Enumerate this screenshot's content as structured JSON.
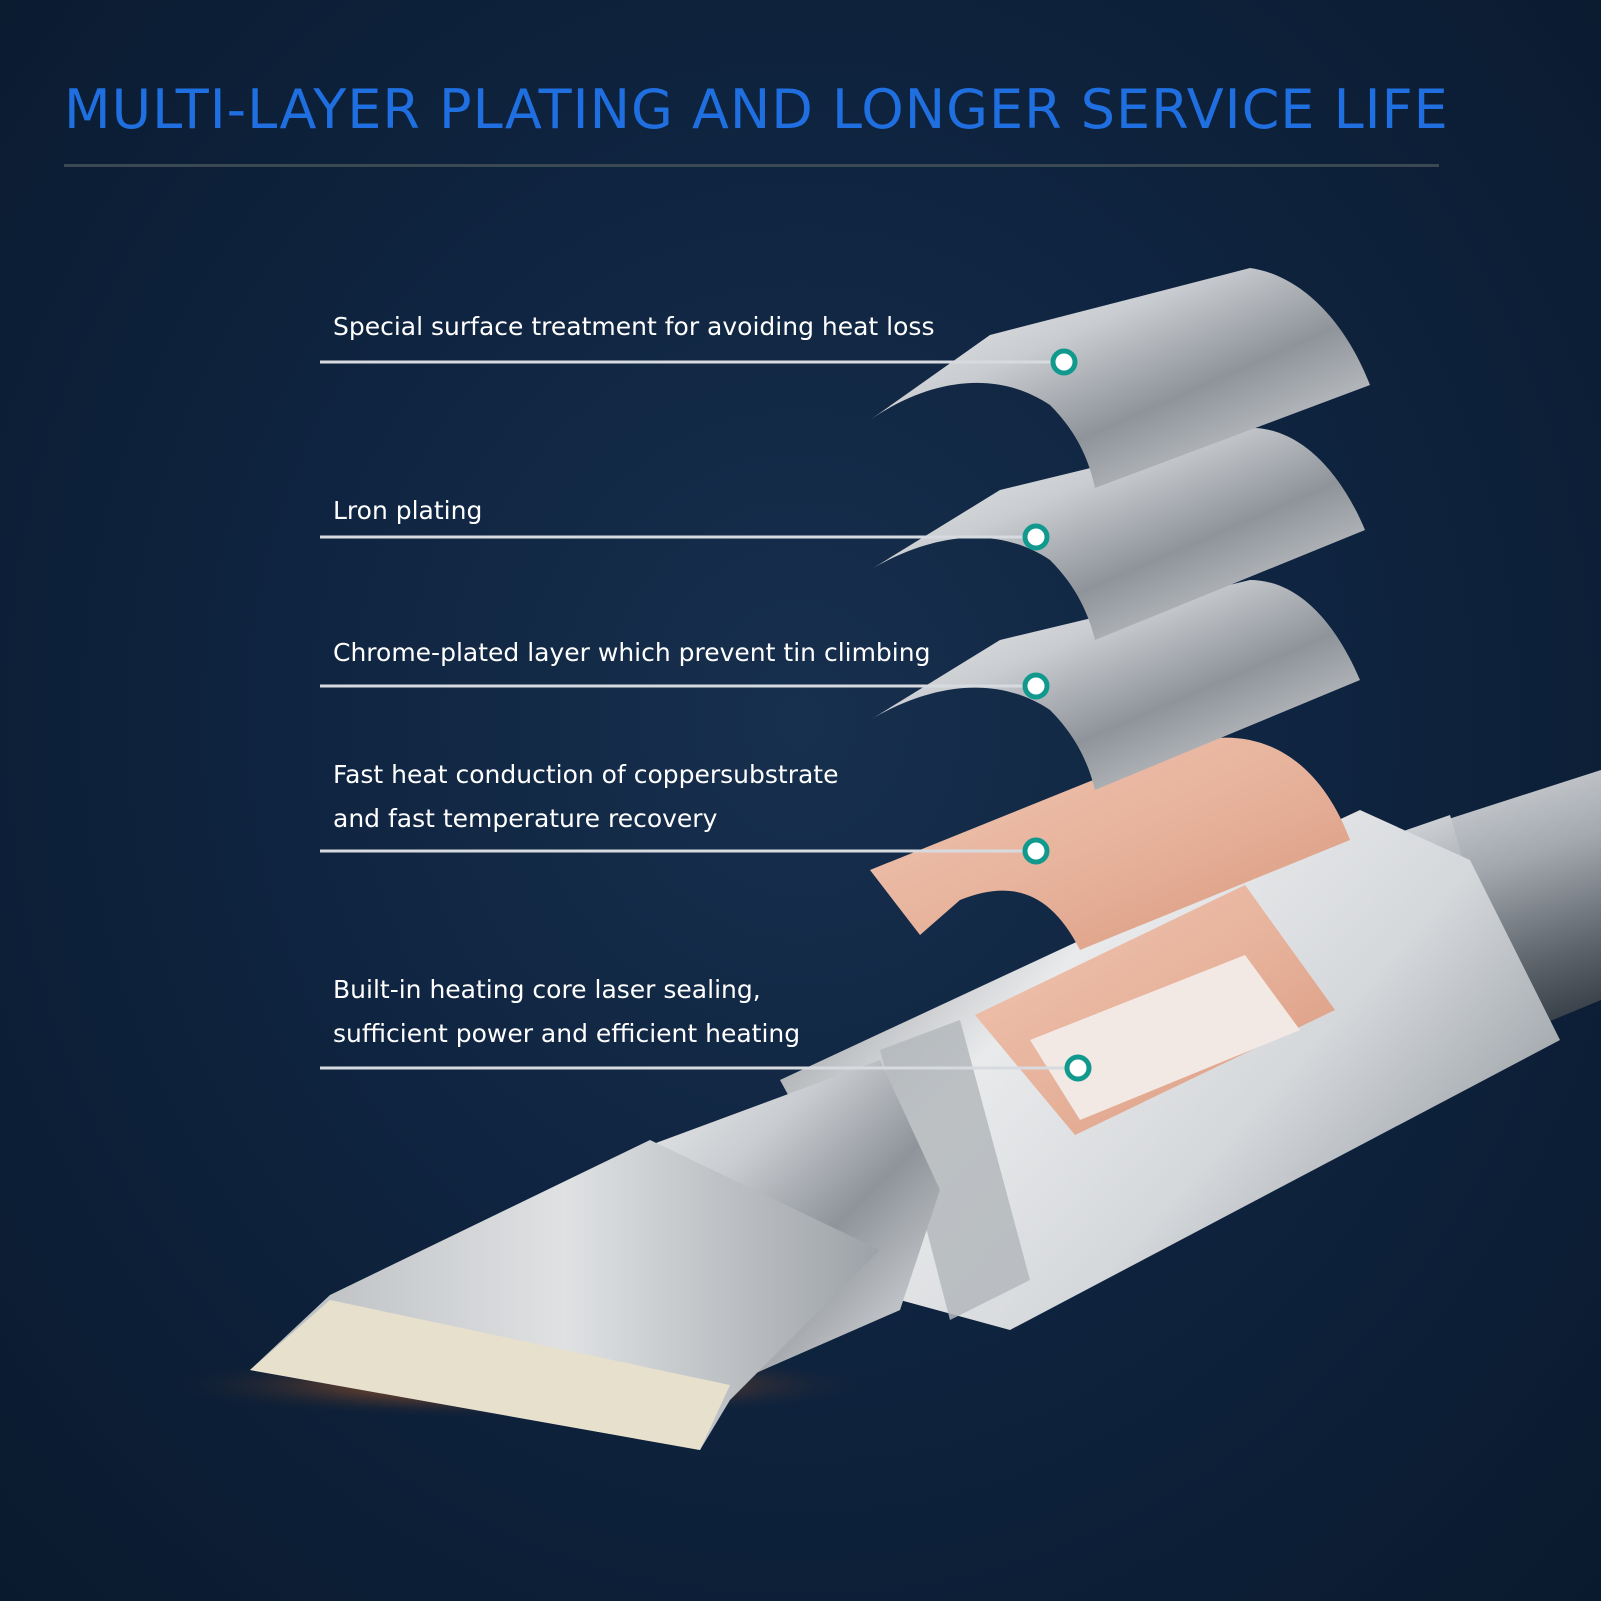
{
  "title": "MULTI-LAYER PLATING AND LONGER SERVICE LIFE",
  "colors": {
    "title": "#1f6fe0",
    "rule": "#3b4a52",
    "callout_text": "#ffffff",
    "leader_line": "#d7dbe0",
    "marker_ring": "#11998e",
    "marker_center": "#ffffff",
    "copper": "#e7b39c",
    "silver": "#c9ccd0"
  },
  "callouts": [
    {
      "lines": [
        "Special surface treatment for avoiding heat loss"
      ]
    },
    {
      "lines": [
        "Lron plating"
      ]
    },
    {
      "lines": [
        "Chrome-plated layer which prevent tin climbing"
      ]
    },
    {
      "lines": [
        "Fast heat conduction of coppersubstrate",
        "and fast temperature recovery"
      ]
    },
    {
      "lines": [
        "Built-in heating core laser sealing,",
        "sufficient power and efficient heating"
      ]
    }
  ]
}
